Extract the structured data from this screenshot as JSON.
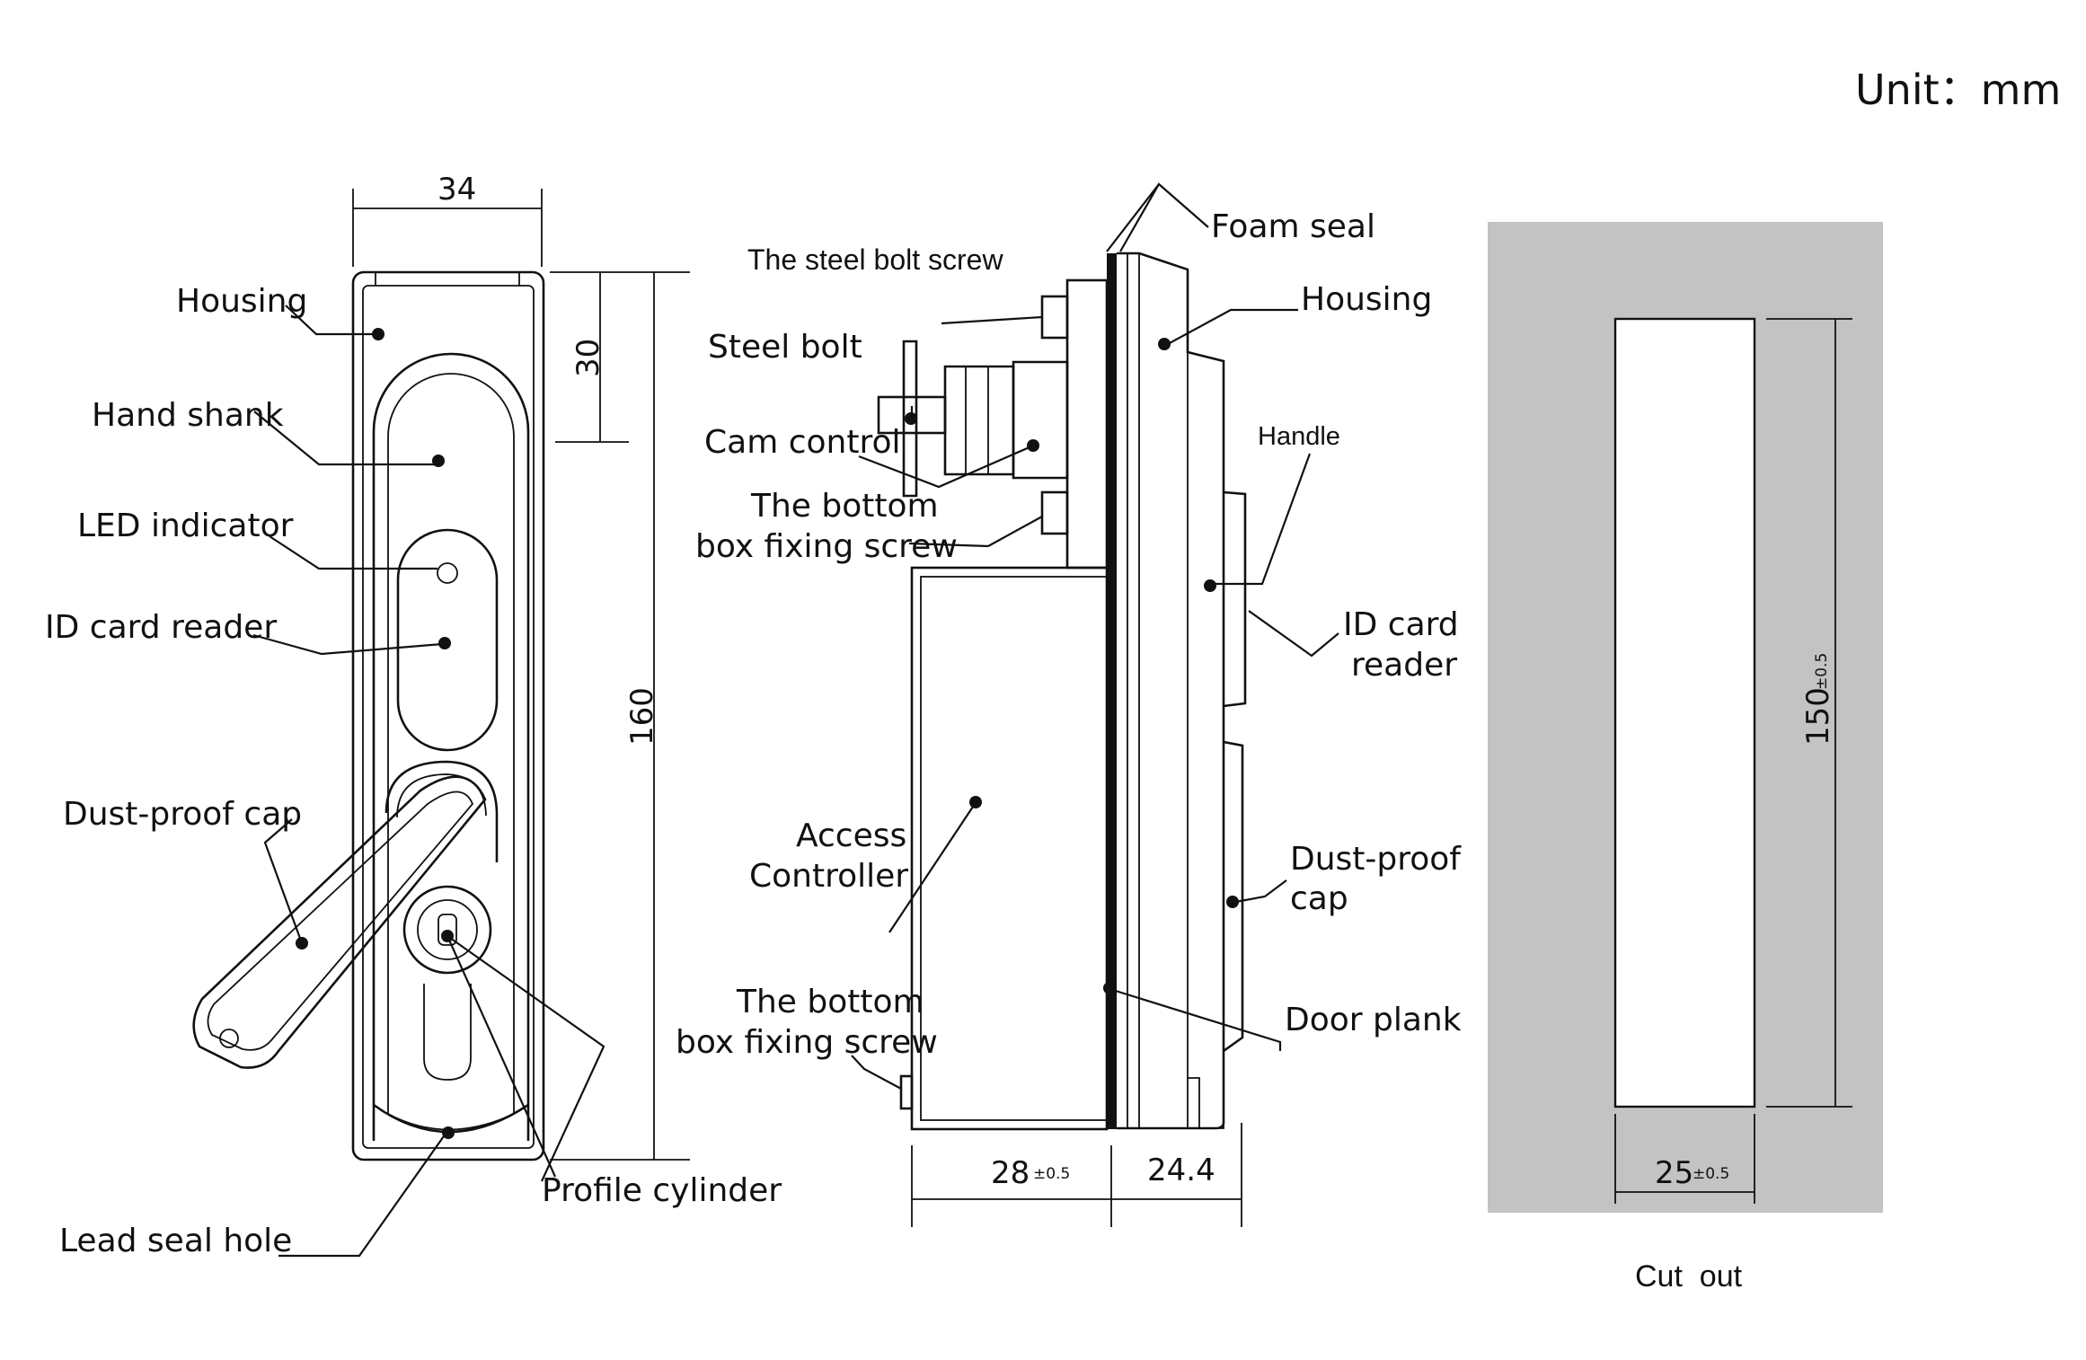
{
  "unit_label": "Unit：mm",
  "front_view": {
    "dimensions": {
      "width": "34",
      "top_offset": "30",
      "height": "160"
    },
    "labels": {
      "housing": "Housing",
      "hand_shank": "Hand shank",
      "led_indicator": "LED indicator",
      "id_card_reader": "ID card reader",
      "dust_proof_cap": "Dust-proof cap",
      "profile_cylinder": "Profile cylinder",
      "lead_seal_hole": "Lead seal hole"
    }
  },
  "side_view": {
    "labels": {
      "foam_seal": "Foam seal",
      "steel_bolt_screw": "The steel bolt screw",
      "housing": "Housing",
      "steel_bolt": "Steel bolt",
      "cam_control": "Cam control",
      "handle": "Handle",
      "bottom_box_screw_top_1": "The bottom",
      "bottom_box_screw_top_2": "box fixing screw",
      "id_card_reader_1": "ID card",
      "id_card_reader_2": "reader",
      "access_controller_1": "Access",
      "access_controller_2": "Controller",
      "dust_proof_cap_1": "Dust-proof",
      "dust_proof_cap_2": "cap",
      "bottom_box_screw_bottom_1": "The bottom",
      "bottom_box_screw_bottom_2": "box fixing screw",
      "door_plank": "Door plank"
    },
    "dimensions": {
      "box_depth": "28",
      "box_depth_tol": "±0.5",
      "lock_depth": "24.4"
    }
  },
  "cutout": {
    "height": "150",
    "height_tol": "±0.5",
    "width": "25",
    "width_tol": "±0.5",
    "caption": "Cut  out"
  }
}
